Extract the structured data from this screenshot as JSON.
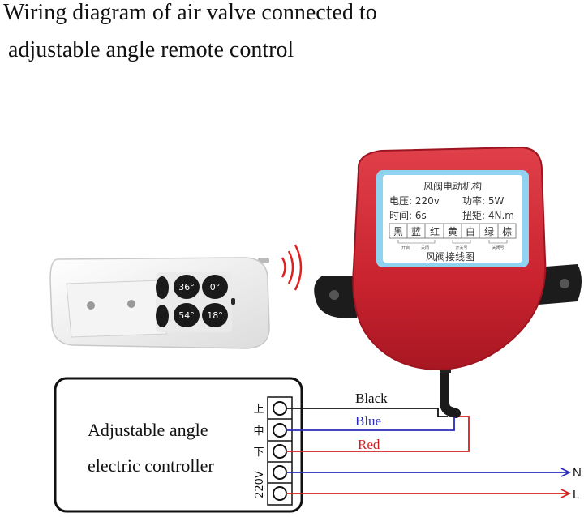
{
  "title": {
    "line1": "Wiring diagram of air valve connected to",
    "line2": "adjustable angle remote control"
  },
  "remote": {
    "buttons": [
      "36°",
      "0°",
      "54°",
      "18°"
    ]
  },
  "actuator_label": {
    "heading": "风阀电动机构",
    "voltage": "电压: 220v",
    "power": "功率: 5W",
    "time": "时间: 6s",
    "torque": "扭矩: 4N.m",
    "colors": [
      "黑",
      "蓝",
      "红",
      "黄",
      "白",
      "绿",
      "棕"
    ],
    "sub_labels": [
      "开启",
      "关闭",
      "开关号",
      "关闭号"
    ],
    "footer": "风阀接线图"
  },
  "controller": {
    "line1": "Adjustable angle",
    "line2": "electric controller",
    "terminal_labels": [
      "上",
      "中",
      "下"
    ],
    "power_label": "220V"
  },
  "wires": {
    "black": "Black",
    "blue": "Blue",
    "red": "Red",
    "n": "N",
    "l": "L"
  },
  "colors": {
    "black_wire": "#111111",
    "blue_wire": "#2b2bbd",
    "red_wire": "#d42020",
    "actuator_red": "#cf2a35",
    "label_blue": "#8fd3f0"
  }
}
